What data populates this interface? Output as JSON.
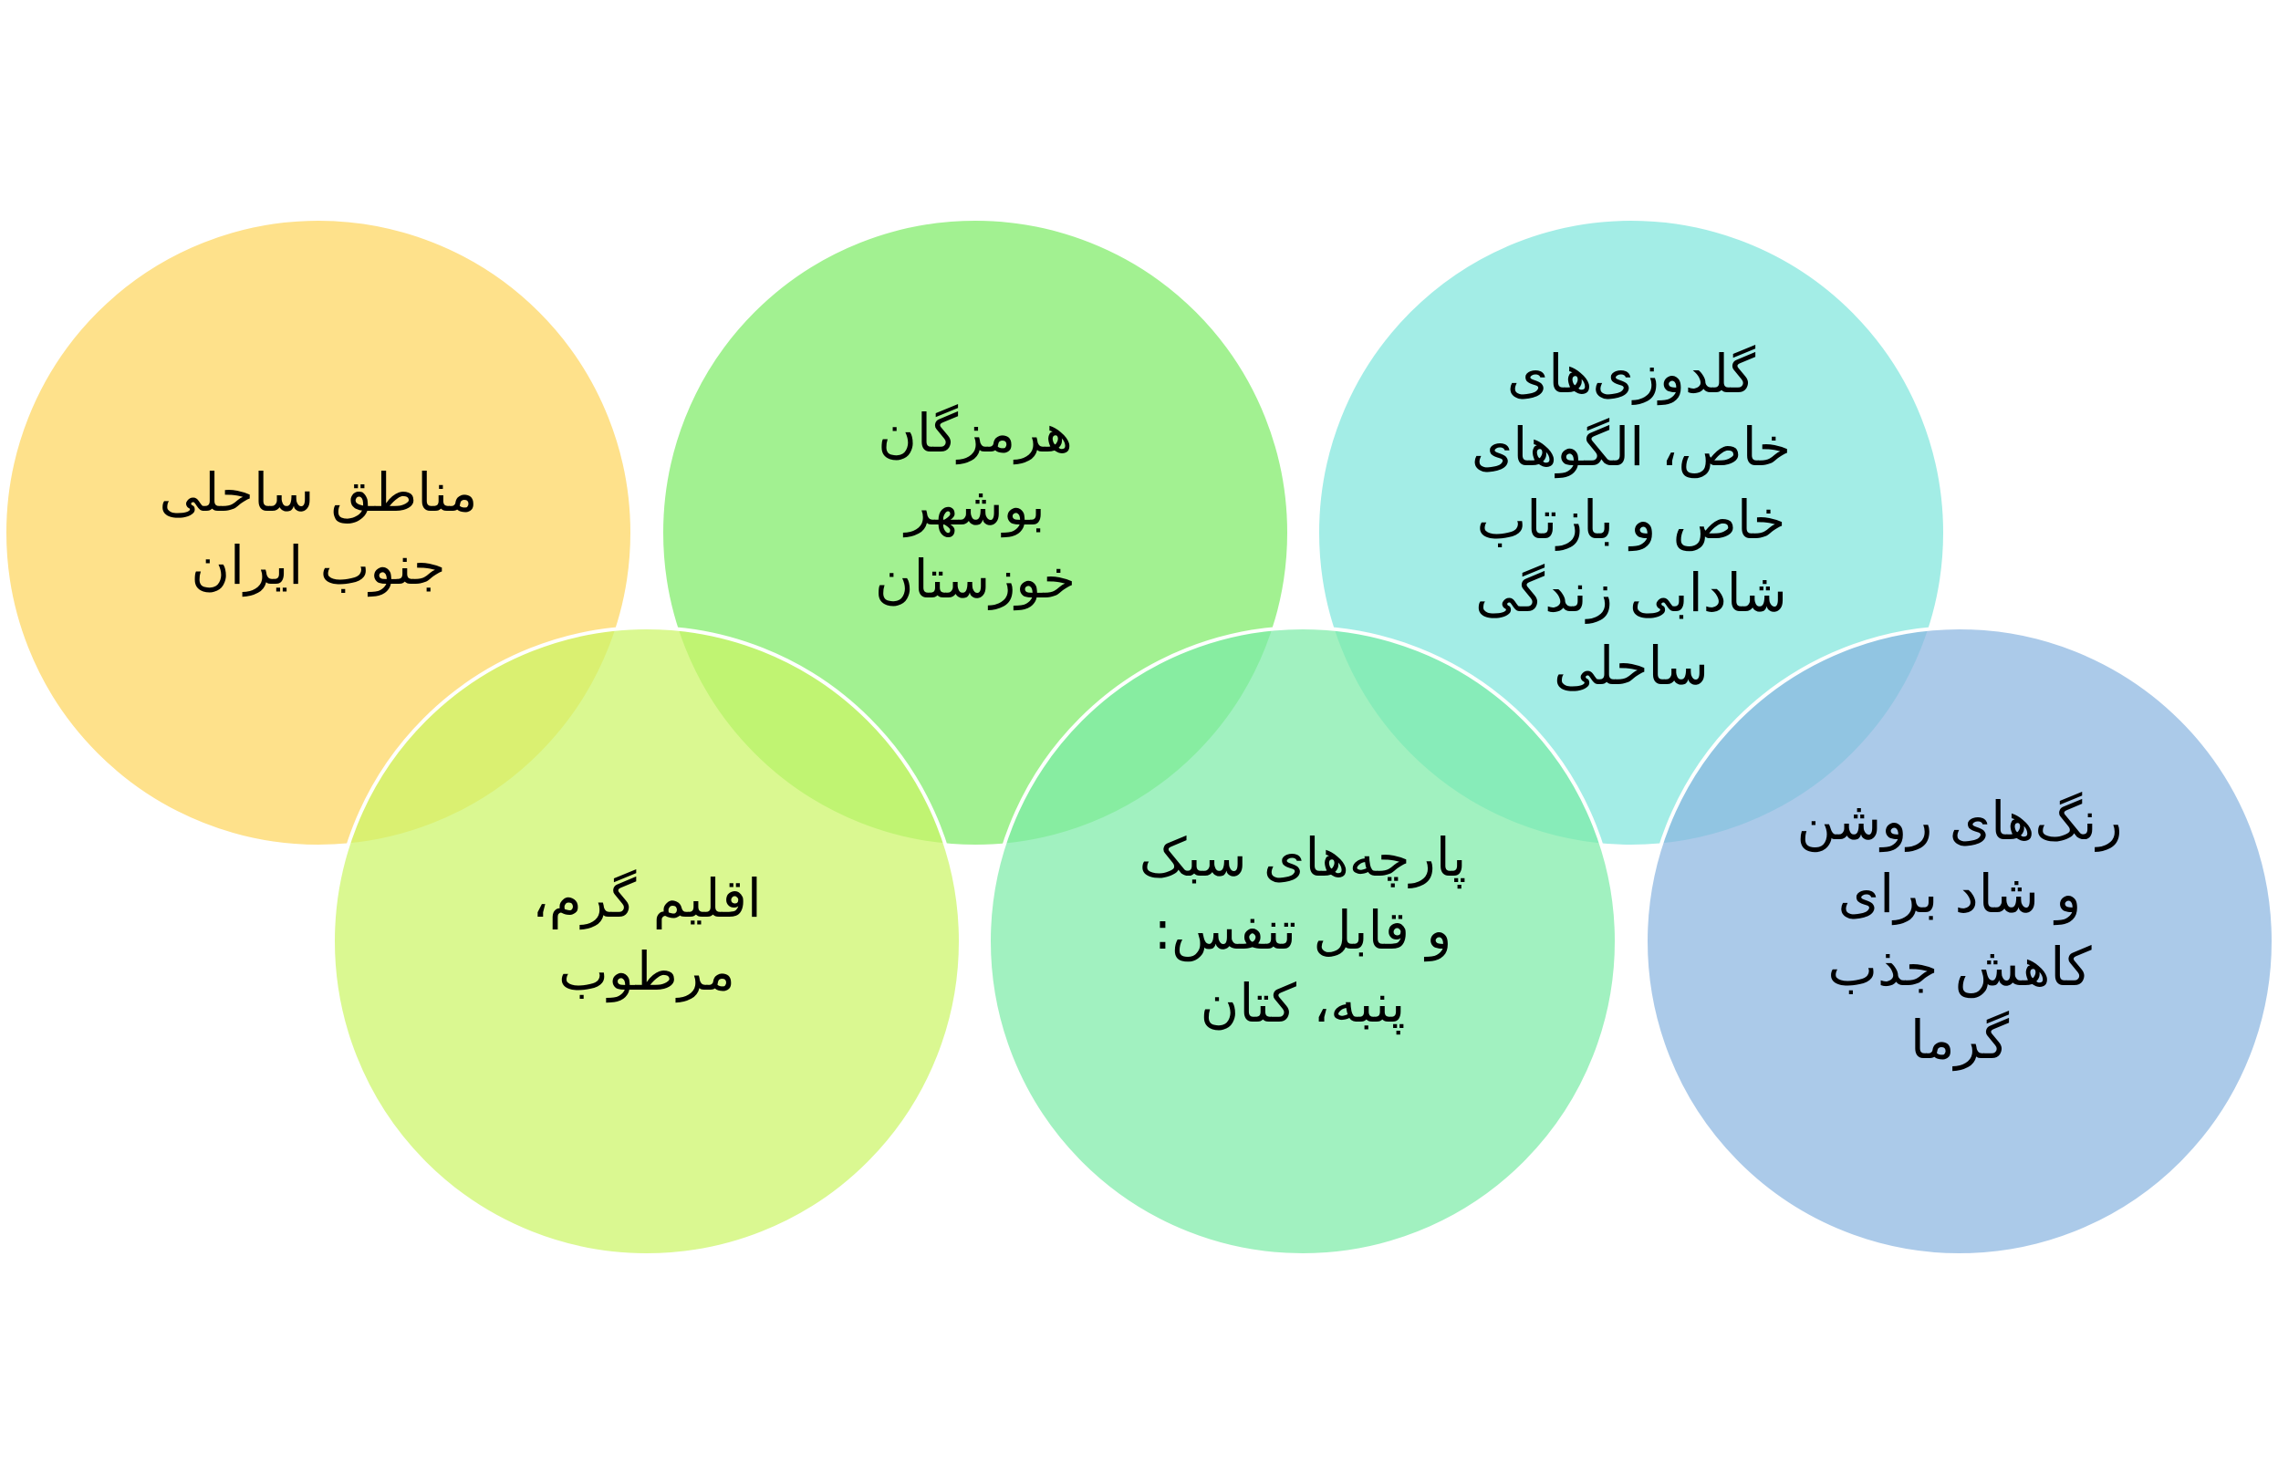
{
  "circles": [
    {
      "id": "coastal",
      "color": "#FDD55E",
      "lines": [
        "مناطق ساحلی",
        "جنوب ایران"
      ]
    },
    {
      "id": "provinces",
      "color": "#7EEC66",
      "lines": [
        "هرمزگان",
        "بوشهر",
        "خوزستان"
      ]
    },
    {
      "id": "embroidery",
      "color": "#7FE6DC",
      "lines": [
        "گلدوزی‌های",
        "خاص، الگوهای",
        "خاص و بازتاب",
        "شادابی زندگی",
        "ساحلی"
      ]
    },
    {
      "id": "climate",
      "color": "#CCF566",
      "lines": [
        "اقلیم گرم،",
        "مرطوب"
      ]
    },
    {
      "id": "fabrics",
      "color": "#7DEBA8",
      "lines": [
        "پارچه‌های سبک",
        "و قابل تنفس:",
        "پنبه، کتان"
      ]
    },
    {
      "id": "colors",
      "color": "#8AB6E0",
      "lines": [
        "رنگ‌های روشن",
        "و شاد برای",
        "کاهش جذب",
        "گرما"
      ]
    }
  ]
}
